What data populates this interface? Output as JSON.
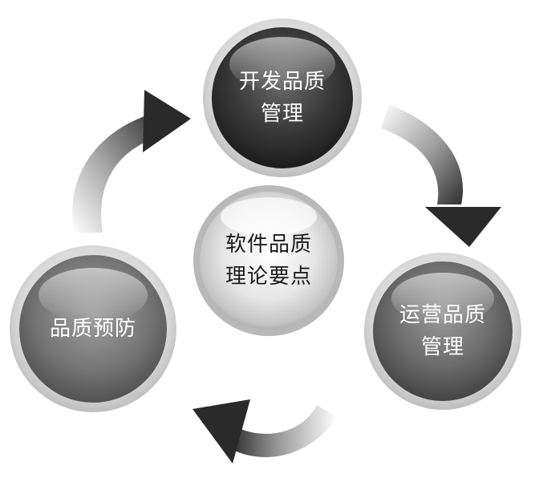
{
  "center": {
    "text": "软件品质\n理论要点"
  },
  "nodes": [
    {
      "id": "development",
      "text": "开发品质\n管理"
    },
    {
      "id": "operations",
      "text": "运营品质\n管理"
    },
    {
      "id": "prevention",
      "text": "品质预防"
    }
  ]
}
